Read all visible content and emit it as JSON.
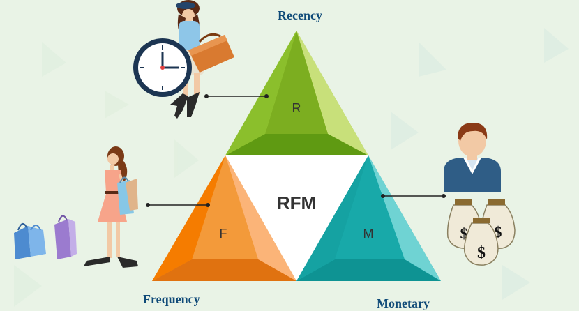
{
  "diagram": {
    "center_label": "RFM",
    "segments": [
      {
        "key": "recency",
        "letter": "R",
        "title": "Recency",
        "color": "#8cc63f"
      },
      {
        "key": "frequency",
        "letter": "F",
        "title": "Frequency",
        "color": "#f7931e"
      },
      {
        "key": "monetary",
        "letter": "M",
        "title": "Monetary",
        "color": "#1cb5b5"
      }
    ]
  },
  "colors": {
    "background": "#e9f3e6",
    "label_text": "#0f4a78",
    "connector": "#222222"
  },
  "illustrations": {
    "recency": [
      "woman-with-handbag",
      "wall-clock"
    ],
    "frequency": [
      "woman-shopper",
      "shopping-bags"
    ],
    "monetary": [
      "man-avatar",
      "money-bags"
    ],
    "money_bag_symbol": "$"
  }
}
